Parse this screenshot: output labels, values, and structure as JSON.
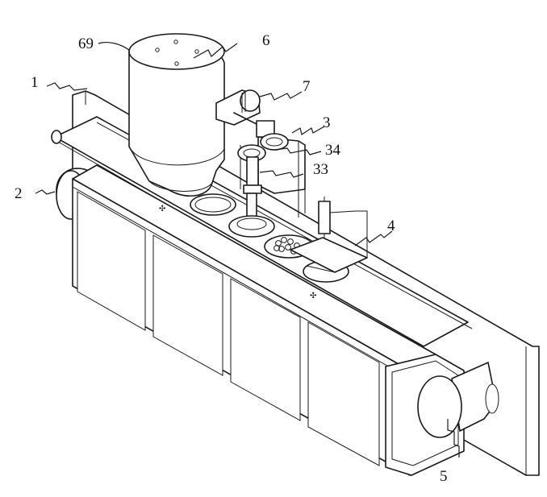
{
  "labels": {
    "hopper_outlet": "69",
    "frame": "1",
    "hopper": "6",
    "motor": "7",
    "bracket": "3",
    "gear": "34",
    "shaft": "33",
    "left_roller": "2",
    "press_plate": "4",
    "right_roller": "5"
  }
}
